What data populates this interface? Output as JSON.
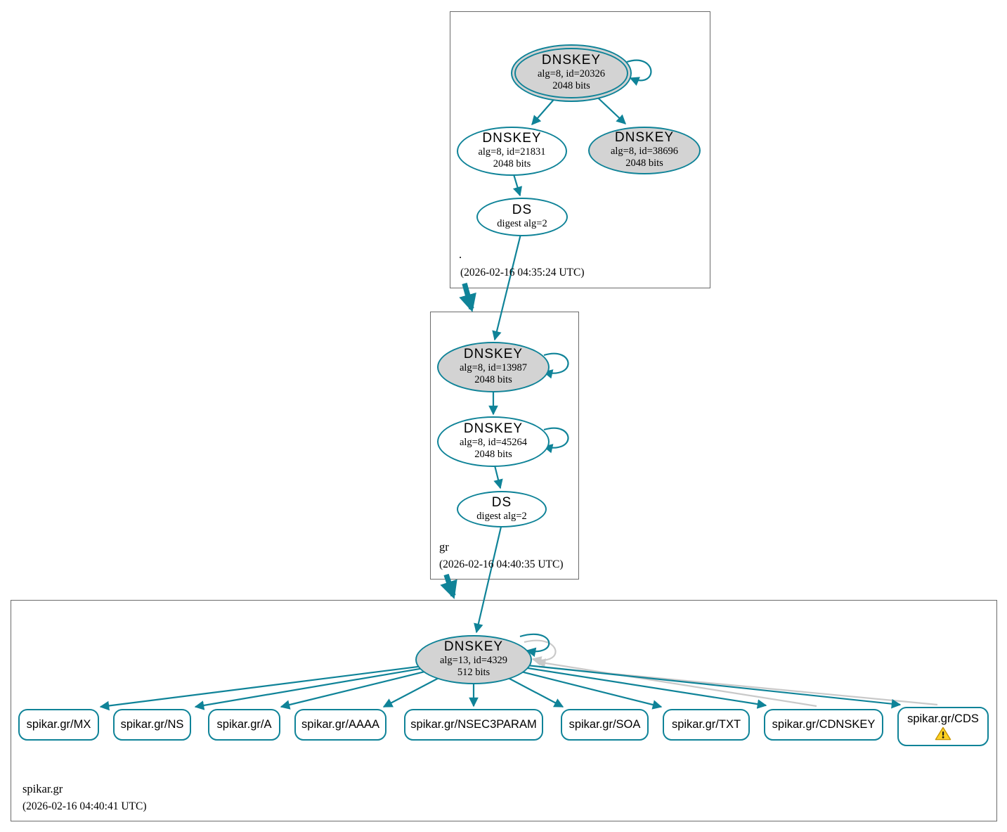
{
  "graph_type": "dnssec-authentication-chain",
  "colors": {
    "secure": "#0f8398",
    "node_fill_gray": "#d3d3d3",
    "insecure_edge": "#c9c9c9",
    "warning": "#f8d22a"
  },
  "zones": [
    {
      "name": ".",
      "timestamp": "(2026-02-16 04:35:24 UTC)",
      "nodes": {
        "ksk": {
          "title": "DNSKEY",
          "alg": "alg=8, id=20326",
          "bits": "2048 bits"
        },
        "zsk": {
          "title": "DNSKEY",
          "alg": "alg=8, id=21831",
          "bits": "2048 bits"
        },
        "key2": {
          "title": "DNSKEY",
          "alg": "alg=8, id=38696",
          "bits": "2048 bits"
        },
        "ds": {
          "title": "DS",
          "alg": "digest alg=2"
        }
      }
    },
    {
      "name": "gr",
      "timestamp": "(2026-02-16 04:40:35 UTC)",
      "nodes": {
        "ksk": {
          "title": "DNSKEY",
          "alg": "alg=8, id=13987",
          "bits": "2048 bits"
        },
        "zsk": {
          "title": "DNSKEY",
          "alg": "alg=8, id=45264",
          "bits": "2048 bits"
        },
        "ds": {
          "title": "DS",
          "alg": "digest alg=2"
        }
      }
    },
    {
      "name": "spikar.gr",
      "timestamp": "(2026-02-16 04:40:41 UTC)",
      "nodes": {
        "dnskey": {
          "title": "DNSKEY",
          "alg": "alg=13, id=4329",
          "bits": "512 bits"
        }
      },
      "rrsets": [
        {
          "label": "spikar.gr/MX"
        },
        {
          "label": "spikar.gr/NS"
        },
        {
          "label": "spikar.gr/A"
        },
        {
          "label": "spikar.gr/AAAA"
        },
        {
          "label": "spikar.gr/NSEC3PARAM"
        },
        {
          "label": "spikar.gr/SOA"
        },
        {
          "label": "spikar.gr/TXT"
        },
        {
          "label": "spikar.gr/CDNSKEY"
        },
        {
          "label": "spikar.gr/CDS",
          "warning": true
        }
      ]
    }
  ]
}
